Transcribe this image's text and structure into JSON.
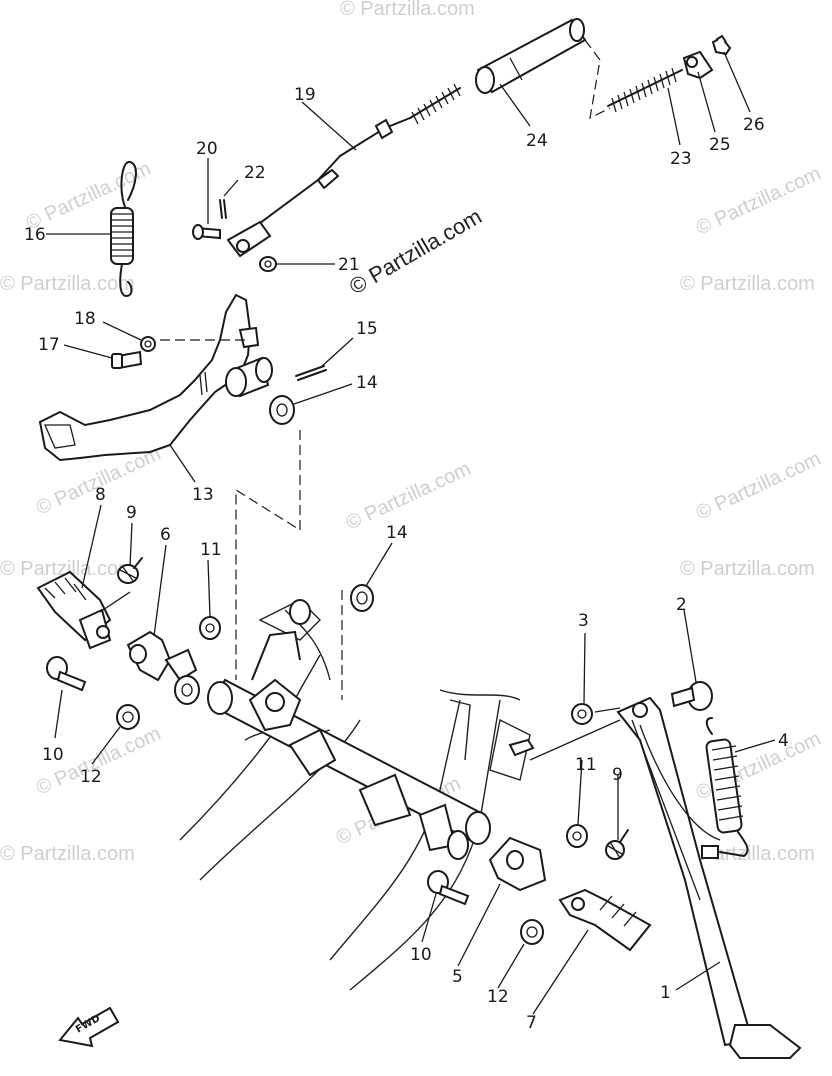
{
  "watermark": {
    "main_text": "© Partzilla.com",
    "repeat_text": "© Partzilla.com"
  },
  "fwd_label": "FWD",
  "callouts": {
    "c1": "1",
    "c2": "2",
    "c3": "3",
    "c4": "4",
    "c5": "5",
    "c6": "6",
    "c7": "7",
    "c8": "8",
    "c9a": "9",
    "c9b": "9",
    "c10a": "10",
    "c10b": "10",
    "c11a": "11",
    "c11b": "11",
    "c12a": "12",
    "c12b": "12",
    "c13": "13",
    "c14a": "14",
    "c14b": "14",
    "c15": "15",
    "c16": "16",
    "c17": "17",
    "c18": "18",
    "c19": "19",
    "c20": "20",
    "c21": "21",
    "c22": "22",
    "c23": "23",
    "c24": "24",
    "c25": "25",
    "c26": "26"
  }
}
